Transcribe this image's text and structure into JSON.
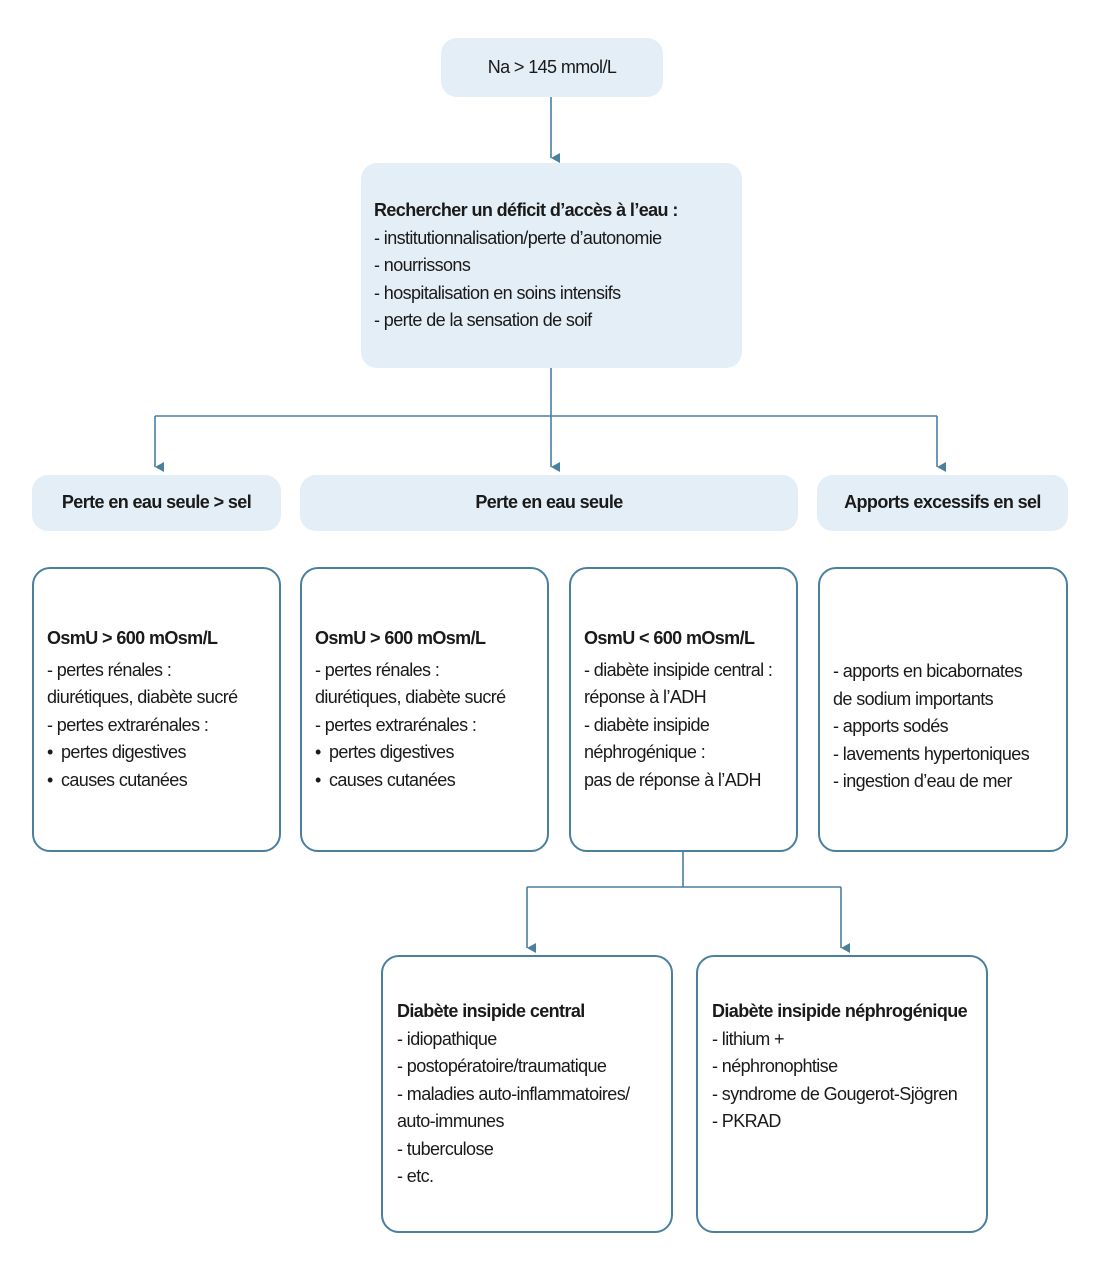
{
  "top": {
    "title": "Na > 145 mmol/L"
  },
  "search": {
    "title": "Rechercher un déficit d’accès à l’eau :",
    "items": [
      "- institutionnalisation/perte d’autonomie",
      "- nourrissons",
      "- hospitalisation en soins intensifs",
      "- perte de la sensation de soif"
    ]
  },
  "categories": [
    {
      "label": "Perte en eau seule > sel"
    },
    {
      "label": "Perte en eau seule"
    },
    {
      "label": "Apports excessifs en sel"
    }
  ],
  "col1": {
    "title": "OsmU > 600 mOsm/L",
    "line1": "- pertes rénales :",
    "line2": "diurétiques, diabète sucré",
    "line3": "- pertes extrarénales :",
    "bullet1": "pertes digestives",
    "bullet2": "causes cutanées"
  },
  "col2": {
    "title": "OsmU > 600 mOsm/L",
    "line1": "- pertes rénales :",
    "line2": "diurétiques, diabète sucré",
    "line3": "- pertes extrarénales :",
    "bullet1": "pertes digestives",
    "bullet2": "causes cutanées"
  },
  "col3": {
    "title": "OsmU < 600 mOsm/L",
    "items": [
      "- diabète insipide central :",
      "réponse à l’ADH",
      "- diabète insipide",
      "néphrogénique :",
      "pas de réponse à l’ADH"
    ]
  },
  "col4": {
    "items": [
      "- apports en bicabornates",
      "de sodium importants",
      "- apports sodés",
      "- lavements hypertoniques",
      "- ingestion d’eau de mer"
    ]
  },
  "central": {
    "title": "Diabète insipide central",
    "items": [
      "- idiopathique",
      "- postopératoire/traumatique",
      "- maladies auto-inflammatoires/",
      "auto-immunes",
      "- tuberculose",
      "- etc."
    ]
  },
  "nephro": {
    "title": "Diabète insipide néphrogénique",
    "items": [
      "- lithium +",
      "- néphronophtise",
      "- syndrome de Gougerot-Sjögren",
      "- PKRAD"
    ]
  },
  "colors": {
    "connector": "#4b7f9e",
    "fill": "#e3eef7",
    "border": "#4b7f9e"
  }
}
